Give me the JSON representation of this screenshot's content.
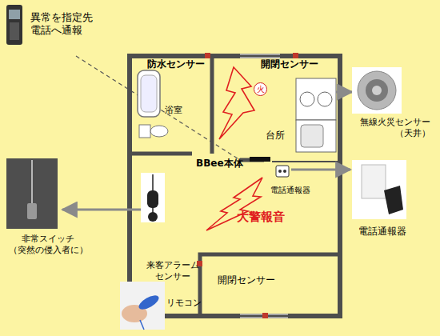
{
  "diagram": {
    "nodes": [
      {
        "text": [
          "火"
        ]
      }
    ],
    "labels": [
      "異常を指定先 電話へ通報",
      "防水センサー",
      "開閉センサー",
      "浴室",
      "台所",
      "無線火災センサー （天井）",
      "BBee本体",
      "電話通報器",
      "電話通報器",
      "大警報音",
      "非常スイッチ （突然の侵入者に）",
      "来客アラーム センサー",
      "開閉センサー",
      "リモコン"
    ]
  }
}
